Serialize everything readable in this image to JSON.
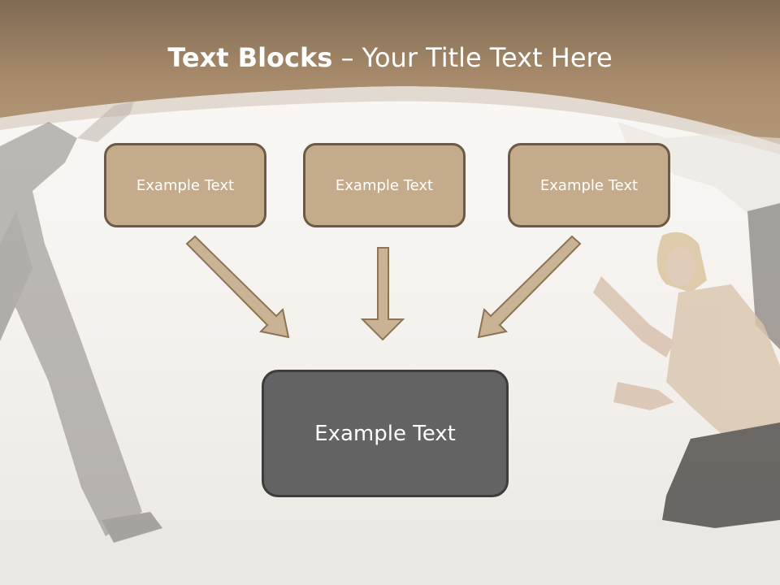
{
  "title": {
    "bold": "Text Blocks",
    "dash": " – ",
    "rest": "Your Title Text Here"
  },
  "blocks": [
    {
      "label": "Example Text"
    },
    {
      "label": "Example Text"
    },
    {
      "label": "Example Text"
    }
  ],
  "center_block": {
    "label": "Example Text"
  },
  "colors": {
    "header": "#a88b6b",
    "block_fill": "#c4ab8b",
    "block_border": "#6b5a45",
    "center_fill": "#636363",
    "arrow_fill": "#c9b394"
  }
}
